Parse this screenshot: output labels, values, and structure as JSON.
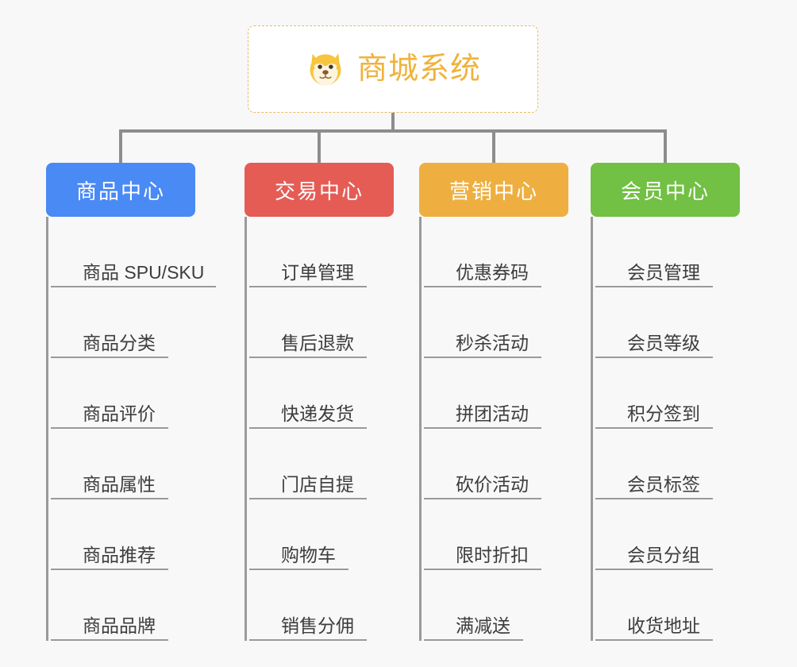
{
  "root": {
    "title": "商城系统",
    "icon": "dog-face-icon",
    "border_color": "#e8b960",
    "text_color": "#f0b23c",
    "background": "#ffffff"
  },
  "canvas": {
    "background": "#f8f8f8",
    "connector_color": "#8d8d8d"
  },
  "columns": [
    {
      "header": "商品中心",
      "color": "#4a8af4",
      "items": [
        "商品 SPU/SKU",
        "商品分类",
        "商品评价",
        "商品属性",
        "商品推荐",
        "商品品牌"
      ]
    },
    {
      "header": "交易中心",
      "color": "#e55c55",
      "items": [
        "订单管理",
        "售后退款",
        "快递发货",
        "门店自提",
        "购物车",
        "销售分佣"
      ]
    },
    {
      "header": "营销中心",
      "color": "#eeaf40",
      "items": [
        "优惠券码",
        "秒杀活动",
        "拼团活动",
        "砍价活动",
        "限时折扣",
        "满减送"
      ]
    },
    {
      "header": "会员中心",
      "color": "#72c044",
      "items": [
        "会员管理",
        "会员等级",
        "积分签到",
        "会员标签",
        "会员分组",
        "收货地址"
      ]
    }
  ]
}
